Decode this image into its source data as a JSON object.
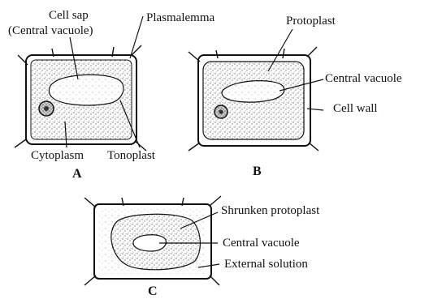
{
  "cells": [
    {
      "id": "A",
      "caption": "A",
      "labels": {
        "cell_sap": "Cell sap",
        "central_vacuole_paren": "(Central vacuole)",
        "plasmalemma": "Plasmalemma",
        "cytoplasm": "Cytoplasm",
        "tonoplast": "Tonoplast"
      }
    },
    {
      "id": "B",
      "caption": "B",
      "labels": {
        "protoplast": "Protoplast",
        "central_vacuole": "Central vacuole",
        "cell_wall": "Cell wall"
      }
    },
    {
      "id": "C",
      "caption": "C",
      "labels": {
        "shrunken_protoplast": "Shrunken protoplast",
        "central_vacuole": "Central vacuole",
        "external_solution": "External solution"
      }
    }
  ],
  "colors": {
    "ink": "#111111",
    "stipple": "#8a8a8a",
    "background": "#ffffff"
  }
}
